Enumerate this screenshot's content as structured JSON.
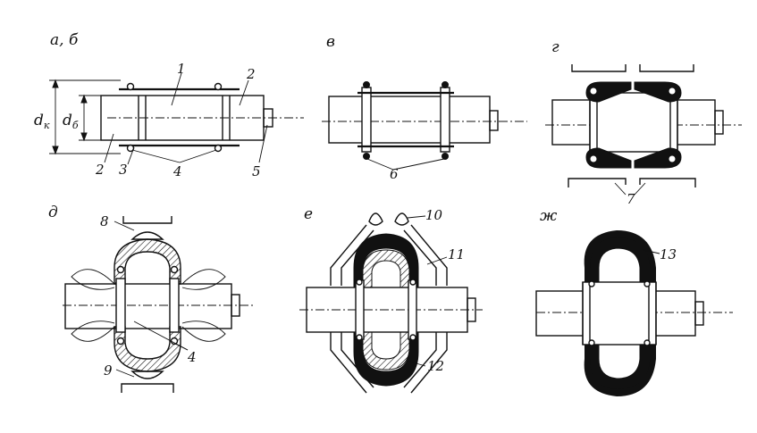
{
  "panels": {
    "ab": {
      "label": "а, б"
    },
    "v": {
      "label": "в"
    },
    "g": {
      "label": "г"
    },
    "d": {
      "label": "д"
    },
    "e": {
      "label": "е"
    },
    "zh": {
      "label": "ж"
    }
  },
  "dims": {
    "dk": "d",
    "dk_sub": "к",
    "db": "d",
    "db_sub": "б"
  },
  "callouts": {
    "c1": "1",
    "c2a": "2",
    "c2b": "2",
    "c3": "3",
    "c4a": "4",
    "c5": "5",
    "c6": "6",
    "c7": "7",
    "c8": "8",
    "c9": "9",
    "c4b": "4",
    "c10": "10",
    "c11": "11",
    "c12": "12",
    "c13": "13"
  }
}
